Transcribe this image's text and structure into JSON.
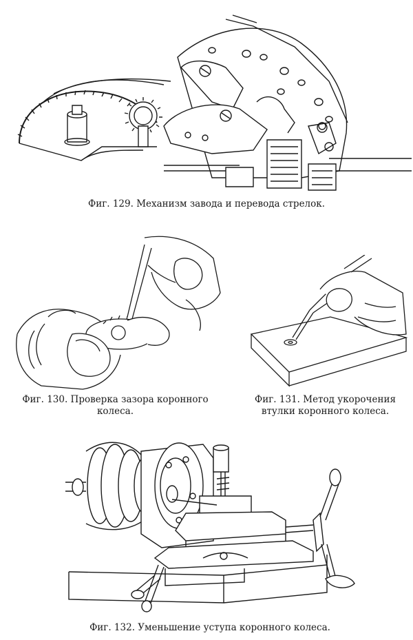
{
  "figures": [
    {
      "caption": "Фиг. 129. Механизм завода и перевода стрелок."
    },
    {
      "caption_line1": "Фиг. 130. Проверка зазора коронного",
      "caption_line2": "колеса."
    },
    {
      "caption_line1": "Фиг. 131. Метод укорочения",
      "caption_line2": "втулки коронного колеса."
    },
    {
      "caption": "Фиг. 132. Уменьшение уступа коронного колеса."
    }
  ]
}
